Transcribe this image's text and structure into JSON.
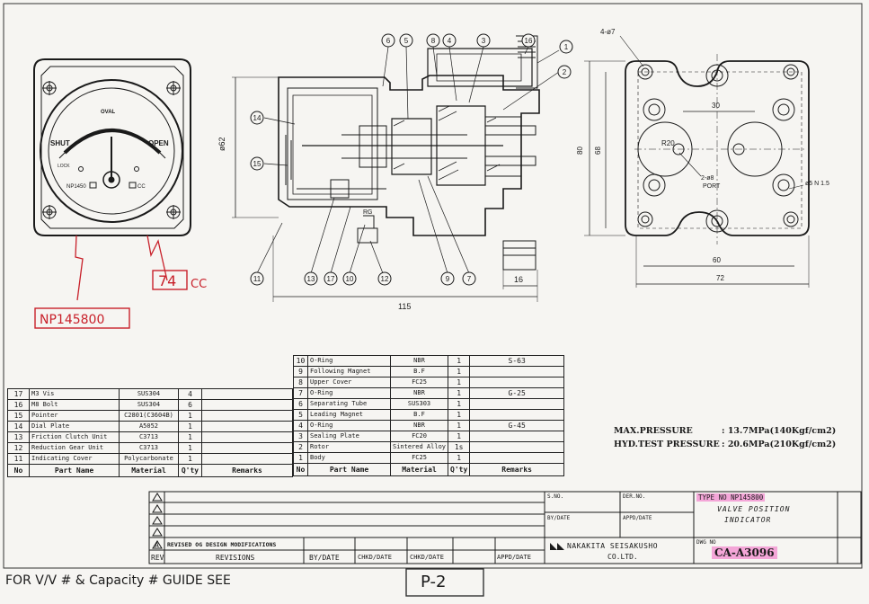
{
  "front_view": {
    "brand": "OVAL",
    "shut": "SHUT",
    "open": "OPEN",
    "lock": "LOCK",
    "model_tag": "NP1450",
    "cc_tag": "CC",
    "capacity_note": "74",
    "capacity_unit": "CC",
    "model_note": "NP145800"
  },
  "section_view": {
    "dims": {
      "height": "ø62",
      "width": "115",
      "right": "16",
      "rg": "RG"
    },
    "callouts": [
      "6",
      "5",
      "8",
      "4",
      "3",
      "16",
      "1",
      "2",
      "14",
      "15",
      "11",
      "13",
      "17",
      "10",
      "12",
      "9",
      "7"
    ]
  },
  "back_view": {
    "hole_note": "4-ø7",
    "port_note": "2-ø8",
    "port_label": "PORT",
    "small_note": "ø5 N 1.5",
    "dims": {
      "d30": "30",
      "r20": "R20",
      "d80": "80",
      "d68": "68",
      "d60": "60",
      "d72": "72"
    }
  },
  "parts_left": {
    "headers": [
      "No",
      "Part Name",
      "Material",
      "Q'ty",
      "Remarks"
    ],
    "rows": [
      {
        "no": "17",
        "name": "M3 Vis",
        "mat": "SUS304",
        "qty": "4",
        "rem": ""
      },
      {
        "no": "16",
        "name": "M8 Bolt",
        "mat": "SUS304",
        "qty": "6",
        "rem": ""
      },
      {
        "no": "15",
        "name": "Pointer",
        "mat": "C2801(C3604B)",
        "qty": "1",
        "rem": ""
      },
      {
        "no": "14",
        "name": "Dial Plate",
        "mat": "A5052",
        "qty": "1",
        "rem": ""
      },
      {
        "no": "13",
        "name": "Friction Clutch Unit",
        "mat": "C3713",
        "qty": "1",
        "rem": ""
      },
      {
        "no": "12",
        "name": "Reduction Gear Unit",
        "mat": "C3713",
        "qty": "1",
        "rem": ""
      },
      {
        "no": "11",
        "name": "Indicating Cover",
        "mat": "Polycarbonate",
        "qty": "1",
        "rem": ""
      }
    ]
  },
  "parts_right": {
    "headers": [
      "No",
      "Part Name",
      "Material",
      "Q'ty",
      "Remarks"
    ],
    "rows": [
      {
        "no": "10",
        "name": "O-Ring",
        "mat": "NBR",
        "qty": "1",
        "rem": "S-63"
      },
      {
        "no": "9",
        "name": "Following Magnet",
        "mat": "B.F",
        "qty": "1",
        "rem": ""
      },
      {
        "no": "8",
        "name": "Upper Cover",
        "mat": "FC25",
        "qty": "1",
        "rem": ""
      },
      {
        "no": "7",
        "name": "O-Ring",
        "mat": "NBR",
        "qty": "1",
        "rem": "G-25"
      },
      {
        "no": "6",
        "name": "Separating Tube",
        "mat": "SUS303",
        "qty": "1",
        "rem": ""
      },
      {
        "no": "5",
        "name": "Leading Magnet",
        "mat": "B.F",
        "qty": "1",
        "rem": ""
      },
      {
        "no": "4",
        "name": "O-Ring",
        "mat": "NBR",
        "qty": "1",
        "rem": "G-45"
      },
      {
        "no": "3",
        "name": "Sealing Plate",
        "mat": "FC20",
        "qty": "1",
        "rem": ""
      },
      {
        "no": "2",
        "name": "Rotor",
        "mat": "Sintered Alloy",
        "qty": "1s",
        "rem": ""
      },
      {
        "no": "1",
        "name": "Body",
        "mat": "FC25",
        "qty": "1",
        "rem": ""
      }
    ]
  },
  "specs": {
    "max_label": "MAX.PRESSURE",
    "max_value": ": 13.7MPa(140Kgf/cm2)",
    "test_label": "HYD.TEST PRESSURE",
    "test_value": ": 20.6MPa(210Kgf/cm2)"
  },
  "revisions": {
    "rev_mark": "A",
    "rev_text": "REVISED OG DESIGN MODIFICATIONS",
    "col_rev": "REV",
    "col_revisions": "REVISIONS",
    "col_by": "BY/DATE",
    "col_chkd": "CHKD/DATE",
    "col_chkd2": "CHKD/DATE",
    "col_appd": "APPD/DATE"
  },
  "title_block": {
    "scale_label": "S.NO.",
    "drw_label": "DER.NO.",
    "by_label": "BY/DATE",
    "appd_label": "APPD/DATE",
    "type_no": "TYPE NO NP145800",
    "title_line1": "VALVE POSITION",
    "title_line2": "INDICATOR",
    "company1": "NAKAKITA SEISAKUSHO",
    "company2": "CO.LTD.",
    "dwg_label": "DWG NO",
    "dwg_no": "CA-A3096"
  },
  "footer_note": {
    "text": "FOR V/V # & Capacity # GUIDE SEE",
    "page_ref": "P-2"
  },
  "colors": {
    "ink": "#1a1a1a",
    "red_ink": "#c8202a",
    "highlight": "#f4a6d8",
    "paper": "#f6f5f2"
  }
}
